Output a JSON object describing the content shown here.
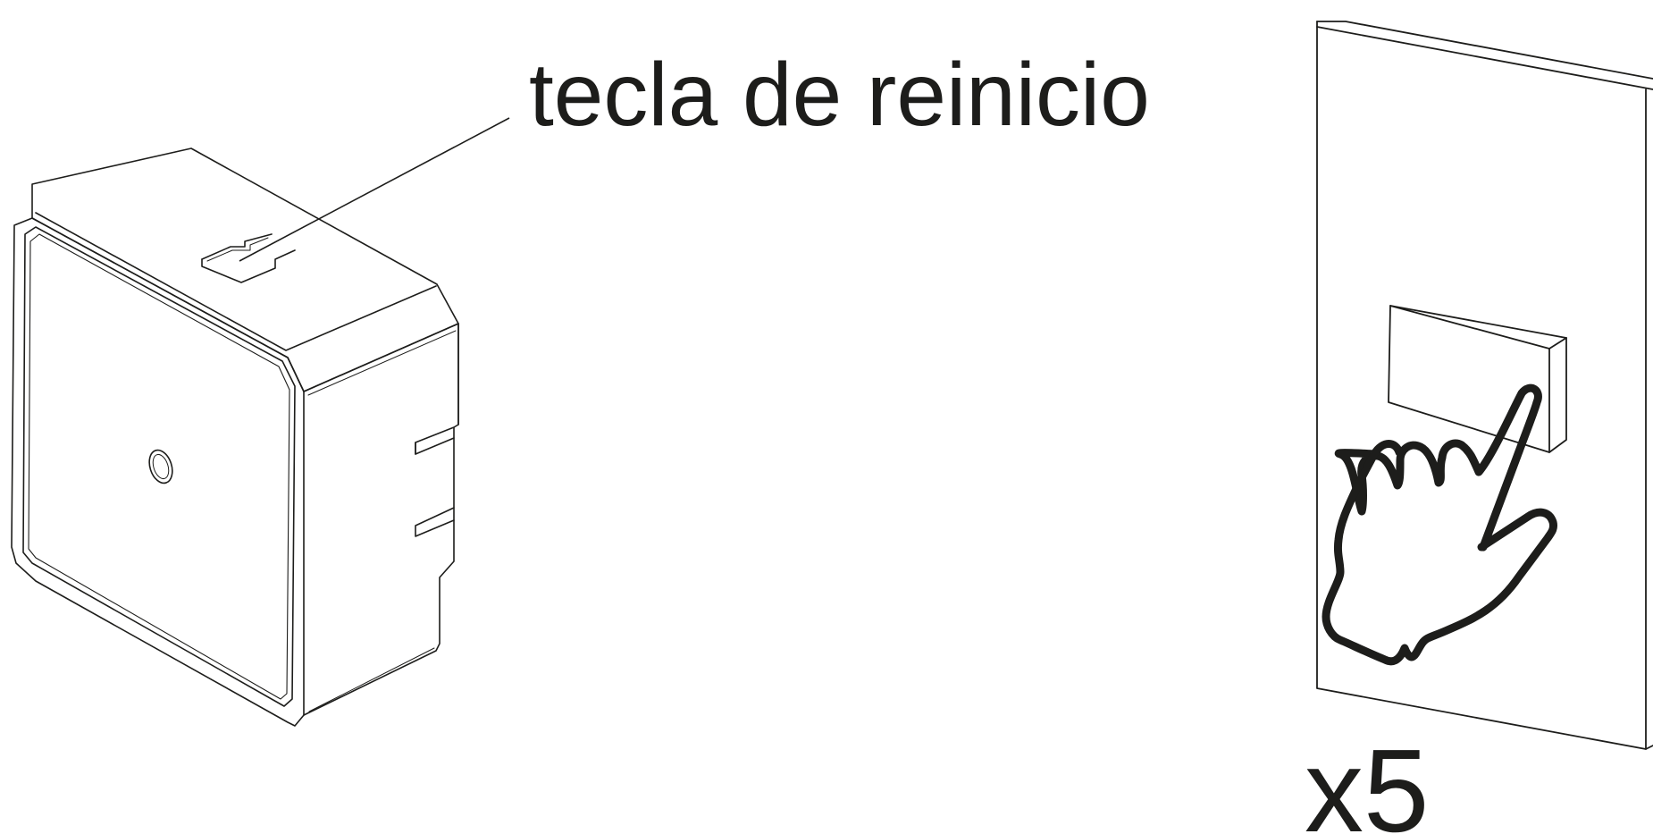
{
  "labels": {
    "reset_key": "tecla de reinicio",
    "repeat_count": "x5"
  },
  "icons": {
    "device": "square-module-device",
    "wall_panel": "wall-panel-with-button",
    "hand": "pointing-hand-icon"
  },
  "colors": {
    "ink": "#1d1d1b",
    "background": "#ffffff"
  }
}
